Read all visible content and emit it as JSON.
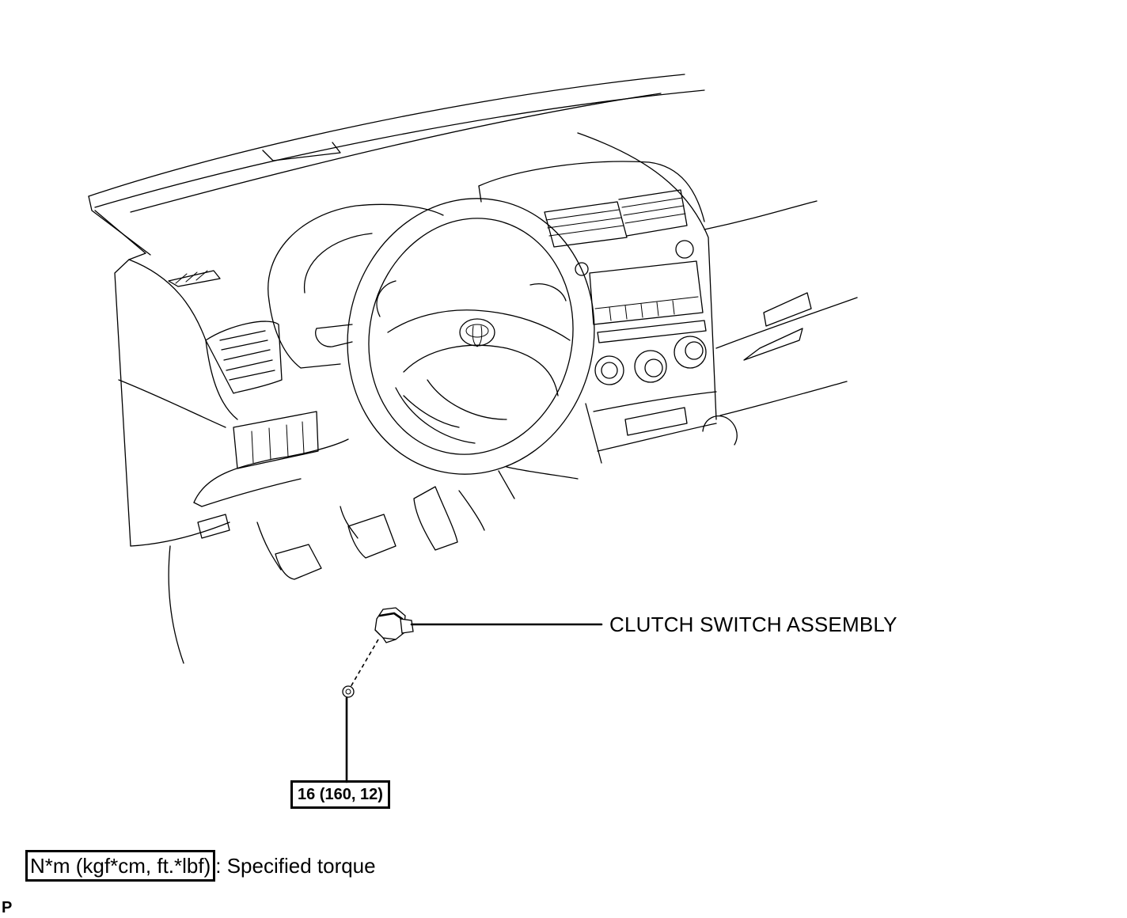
{
  "labels": {
    "clutch_switch": "CLUTCH SWITCH ASSEMBLY",
    "torque_value": "16 (160, 12)"
  },
  "legend": {
    "units": "N*m (kgf*cm, ft.*lbf)",
    "description": ": Specified torque"
  },
  "footer": {
    "code": "P"
  }
}
